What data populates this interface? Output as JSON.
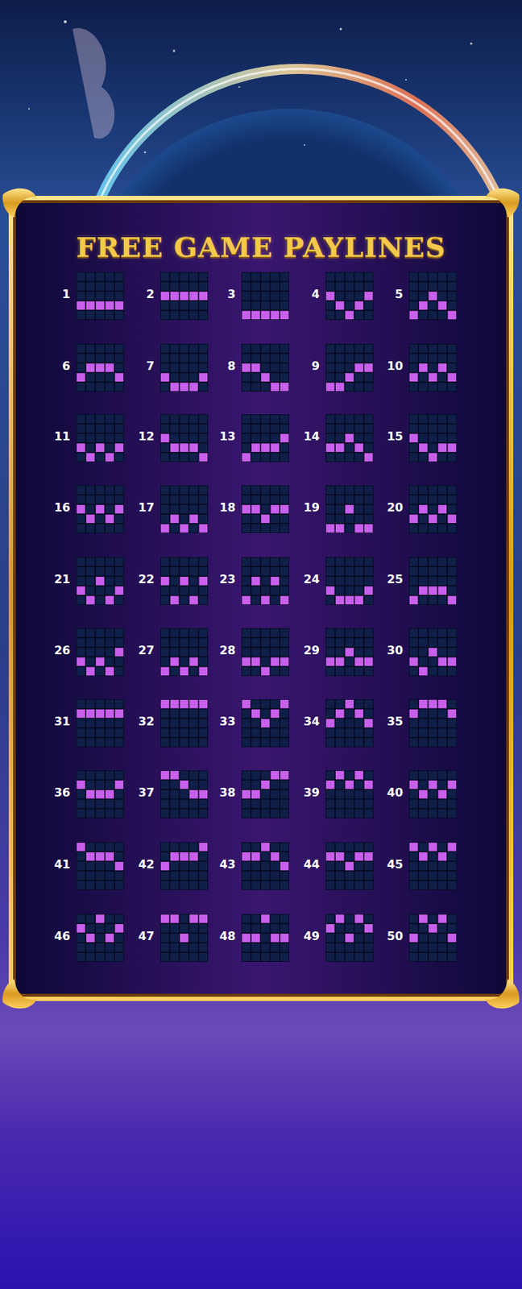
{
  "diagram": {
    "title": "FREE GAME PAYLINES",
    "labels": [
      "1",
      "2",
      "3",
      "4",
      "5",
      "6",
      "7",
      "8",
      "9",
      "10",
      "11",
      "12",
      "13",
      "14",
      "15",
      "16",
      "17",
      "18",
      "19",
      "20",
      "21",
      "22",
      "23",
      "24",
      "25",
      "26",
      "27",
      "28",
      "29",
      "30",
      "31",
      "32",
      "33",
      "34",
      "35",
      "36",
      "37",
      "38",
      "39",
      "40",
      "41",
      "42",
      "43",
      "44",
      "45",
      "46",
      "47",
      "48",
      "49",
      "50"
    ]
  }
}
